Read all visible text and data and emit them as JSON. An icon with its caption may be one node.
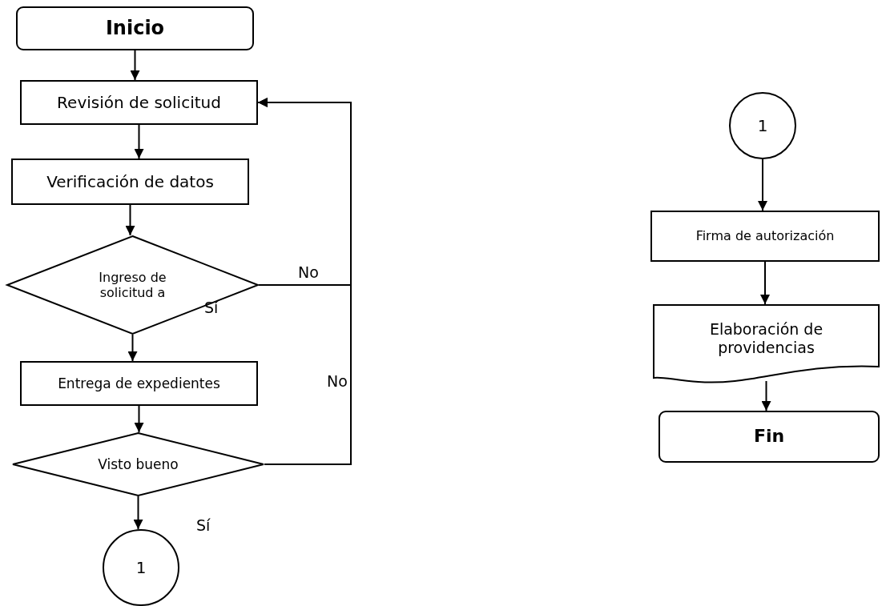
{
  "diagram": {
    "nodes": [
      {
        "text": [
          "Inicio"
        ]
      },
      {
        "text": [
          "Revisión de solicitud"
        ]
      },
      {
        "text": [
          "Verificación de datos"
        ]
      },
      {
        "text": [
          "Ingreso de solicitud a"
        ]
      },
      {
        "text": [
          "Entrega de expedientes"
        ]
      },
      {
        "text": [
          "Visto bueno"
        ]
      },
      {
        "text": [
          "1"
        ]
      },
      {
        "text": [
          "1"
        ]
      },
      {
        "text": [
          "Firma de autorización"
        ]
      },
      {
        "text": [
          "Elaboración de providencias"
        ]
      },
      {
        "text": [
          "Fin"
        ]
      }
    ],
    "edges": [
      {
        "from": 0,
        "to": 1,
        "arrow": "to"
      },
      {
        "from": 1,
        "to": 2,
        "arrow": "to"
      },
      {
        "from": 2,
        "to": 3,
        "arrow": "to"
      },
      {
        "from": 3,
        "to": 4,
        "arrow": "to",
        "label": "Sí"
      },
      {
        "from": 4,
        "to": 5,
        "arrow": "to"
      },
      {
        "from": 5,
        "to": 6,
        "arrow": "to",
        "label": "Sí"
      },
      {
        "from": 3,
        "to": 1,
        "arrow": "to",
        "label": "No"
      },
      {
        "from": 5,
        "to": 1,
        "arrow": "to",
        "label": "No"
      },
      {
        "from": 7,
        "to": 8,
        "arrow": "to"
      },
      {
        "from": 8,
        "to": 9,
        "arrow": "to"
      },
      {
        "from": 9,
        "to": 10,
        "arrow": "to"
      }
    ]
  }
}
